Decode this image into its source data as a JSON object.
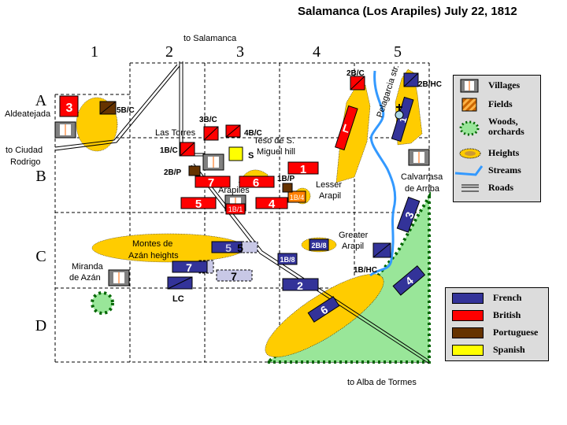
{
  "title": "Salamanca (Los Arapiles) July 22, 1812",
  "grid": {
    "columns": [
      "1",
      "2",
      "3",
      "4",
      "5"
    ],
    "rows": [
      "A",
      "B",
      "C",
      "D"
    ]
  },
  "places": {
    "to_salamanca": "to Salamanca",
    "aldeatejada": "Aldeatejada",
    "to_ciudad_rodrigo_1": "to Ciudad",
    "to_ciudad_rodrigo_2": "Rodrigo",
    "las_torres": "Las Torres",
    "teso_1": "Teso de S.",
    "teso_2": "Miguel hill",
    "arapiles": "Arapiles",
    "lesser_1": "Lesser",
    "lesser_2": "Arapil",
    "greater_1": "Greater",
    "greater_2": "Arapil",
    "calvarrasa_1": "Calvarrasa",
    "calvarrasa_2": "de Arriba",
    "montes_1": "Montes de",
    "montes_2": "Azán heights",
    "miranda_1": "Miranda",
    "miranda_2": "de Azán",
    "pelagarcia": "Pelagarcia str.",
    "to_alba": "to Alba de Tormes"
  },
  "units": {
    "british": {
      "b3": "3",
      "b7": "7",
      "b6": "6",
      "b5": "5",
      "b4": "4",
      "b1": "1",
      "bL": "L",
      "b1B1": "1B/1",
      "b1B4": "1B/4",
      "c5BC": "5B/C",
      "c3BC": "3B/C",
      "c4BC": "4B/C",
      "c1BC": "1B/C",
      "c2BC": "2B/C",
      "c2BP": "2B/P",
      "c1BP": "1B/P",
      "spanish": "S"
    },
    "french": {
      "f5": "5",
      "f5b": "5",
      "f7": "7",
      "f7b": "7",
      "fLC": "LC",
      "f1B8": "1B/8",
      "f2B8": "2B/8",
      "f2": "2",
      "f6": "6",
      "f3": "3",
      "f4": "4",
      "f1": "1",
      "f1BHC": "1B/HC",
      "f2BHC": "2B/HC"
    }
  },
  "legend_terrain": [
    {
      "icon": "village-icon",
      "label": "Villages"
    },
    {
      "icon": "fields-icon",
      "label": "Fields"
    },
    {
      "icon": "woods-icon",
      "label": "Woods, orchards"
    },
    {
      "icon": "heights-icon",
      "label": "Heights"
    },
    {
      "icon": "stream-icon",
      "label": "Streams"
    },
    {
      "icon": "roads-icon",
      "label": "Roads"
    }
  ],
  "legend_armies": [
    {
      "label": "French",
      "color": "#333399"
    },
    {
      "label": "British",
      "color": "#ff0000"
    },
    {
      "label": "Portuguese",
      "color": "#663300"
    },
    {
      "label": "Spanish",
      "color": "#ffff00"
    }
  ],
  "colors": {
    "french": "#333399",
    "french_ghost": "#c8c8e6",
    "british": "#ff0000",
    "portuguese": "#663300",
    "spanish": "#ffff00",
    "heights": "#ffcc00",
    "woods": "#99e699",
    "woods_border": "#006600",
    "stream": "#3399ff",
    "village": "#808080",
    "orange_unit": "#ff8000"
  }
}
